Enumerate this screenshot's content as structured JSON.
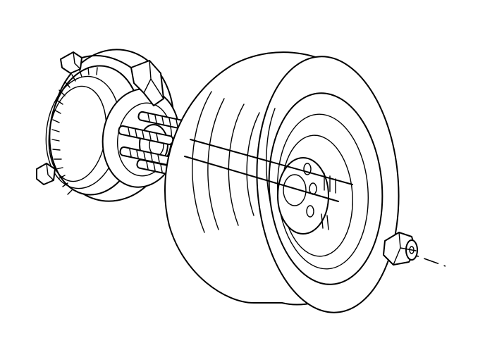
{
  "diagram": {
    "kind": "exploded-view line drawing",
    "parts_depicted": [
      "hub-and-rotor-assembly",
      "wheel-studs",
      "tire-and-wheel",
      "lug-nut"
    ],
    "text_labels": [],
    "colors": {
      "line": "#000000",
      "background": "#ffffff"
    }
  }
}
